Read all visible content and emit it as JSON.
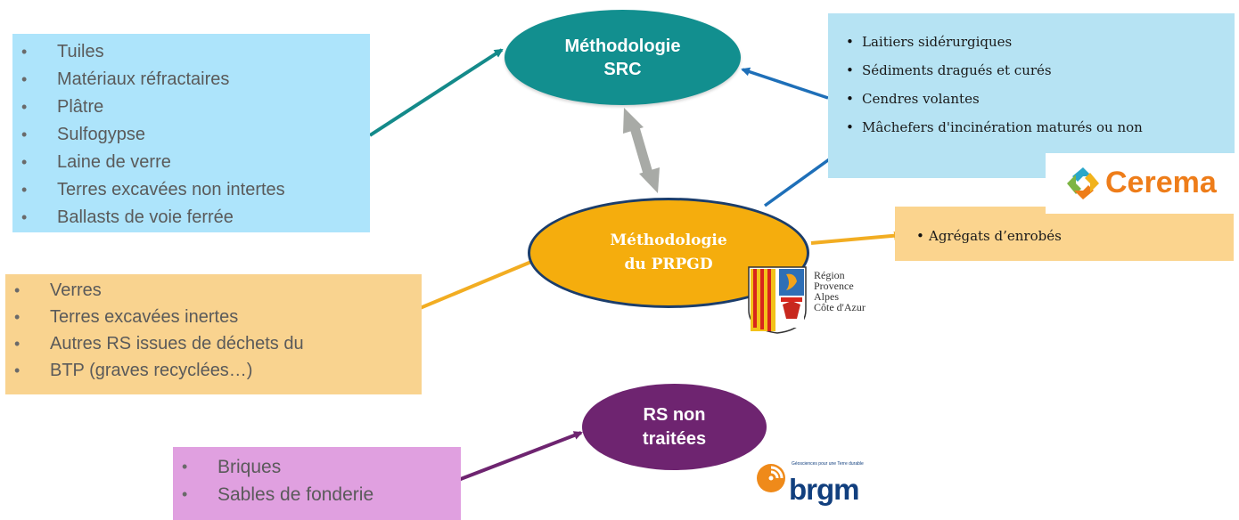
{
  "nodes": {
    "src": {
      "line1": "Méthodologie",
      "line2": "SRC",
      "color": "#128f8f"
    },
    "prpgd": {
      "line1": "Méthodologie",
      "line2": "du PRPGD",
      "color": "#f5ad0d"
    },
    "rs": {
      "line1": "RS non",
      "line2": "traitées",
      "color": "#6e2470"
    }
  },
  "lists": {
    "src_left": {
      "color": "#ade4fb",
      "items": [
        "Tuiles",
        "Matériaux réfractaires",
        "Plâtre",
        "Sulfogypse",
        "Laine de verre",
        "Terres excavées non intertes",
        "Ballasts de voie ferrée"
      ]
    },
    "cerema": {
      "color": "#b6e3f3",
      "items": [
        "Laitiers sidérurgiques",
        "Sédiments dragués et curés",
        "Cendres volantes",
        "Mâchefers d'incinération maturés ou non"
      ]
    },
    "prpgd_left": {
      "color": "#f9d38f",
      "items": [
        "Verres",
        "Terres excavées inertes",
        "Autres RS issues de déchets du",
        "BTP (graves recyclées…)"
      ]
    },
    "enrobes": {
      "color": "#fbd48e",
      "items": [
        "Agrégats d’enrobés"
      ]
    },
    "rs": {
      "color": "#e0a0e0",
      "items": [
        "Briques",
        "Sables de fonderie"
      ]
    }
  },
  "logos": {
    "cerema": {
      "text": "Cerema",
      "color": "#ee7d1a"
    },
    "region": {
      "lines": [
        "Région",
        "Provence",
        "Alpes",
        "Côte d'Azur"
      ]
    },
    "brgm": {
      "text": "brgm",
      "tagline": "Géosciences pour une Terre durable",
      "color": "#113f7e"
    }
  },
  "arrow_colors": {
    "src": "#148a8a",
    "cerema": "#1e6fb8",
    "prpgd": "#f2ad22",
    "rs": "#6e2470",
    "between": "#a8aaa6"
  }
}
